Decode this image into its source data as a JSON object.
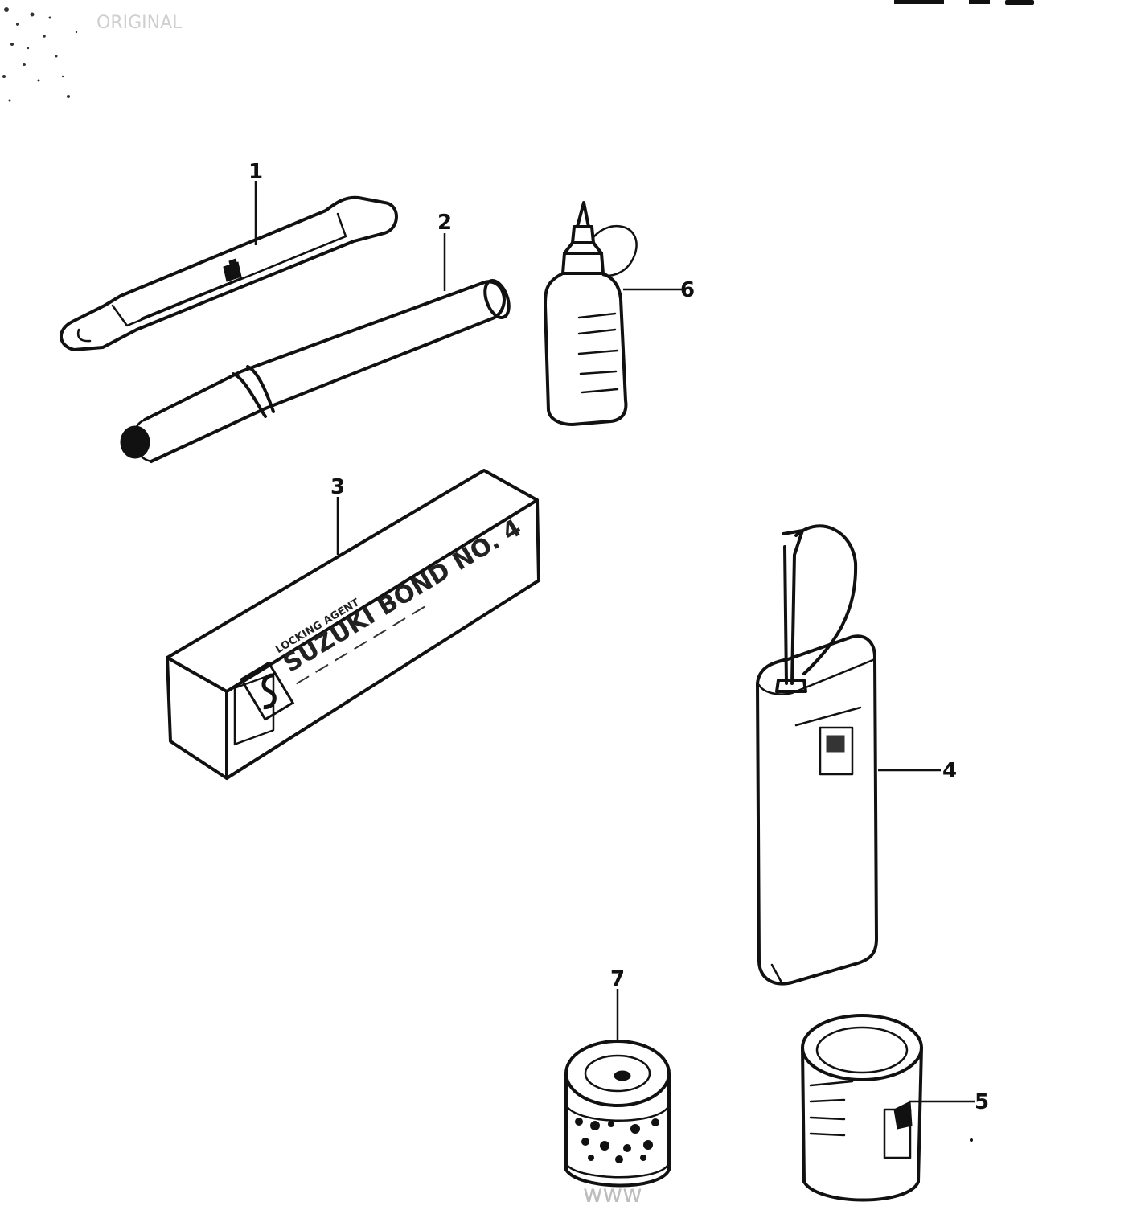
{
  "diagram": {
    "callouts": [
      "1",
      "2",
      "3",
      "4",
      "5",
      "6",
      "7"
    ],
    "box_text": {
      "line1": "LOCKING AGENT",
      "line2": "SUZUKI BOND NO. 4"
    },
    "watermark_top": "ORIGINAL",
    "watermark_bottom": "www"
  }
}
